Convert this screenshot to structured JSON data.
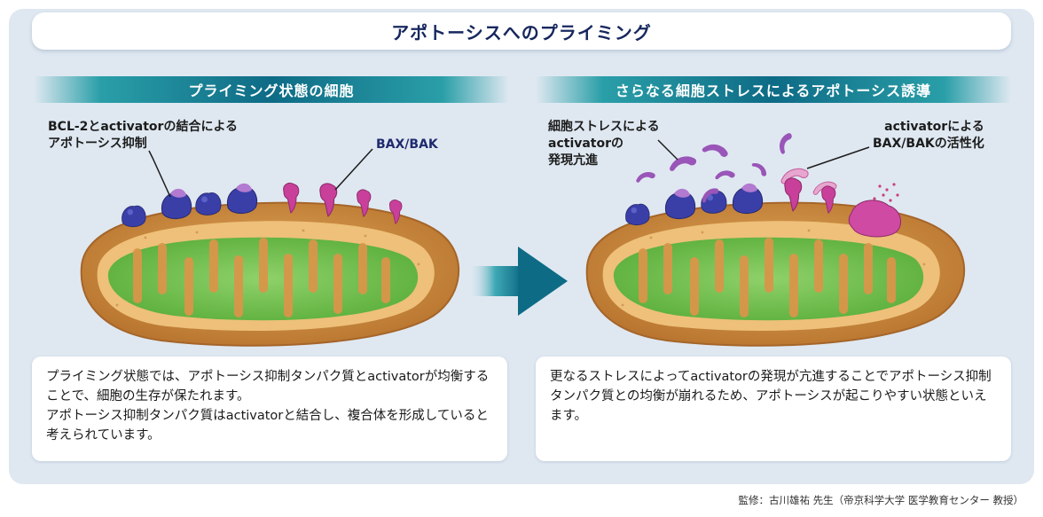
{
  "title": "アポトーシスへのプライミング",
  "panels": {
    "left": {
      "header": "プライミング状態の細胞",
      "labels": {
        "inhibition": "BCL-2とactivatorの結合による\nアポトーシス抑制",
        "bax": "BAX/BAK"
      },
      "description": "プライミング状態では、アポトーシス抑制タンパク質とactivatorが均衡することで、細胞の生存が保たれます。\nアポトーシス抑制タンパク質はactivatorと結合し、複合体を形成していると考えられています。"
    },
    "right": {
      "header": "さらなる細胞ストレスによるアポトーシス誘導",
      "labels": {
        "stress": "細胞ストレスによる\nactivatorの\n発現亢進",
        "activation": "activatorによる\nBAX/BAKの活性化"
      },
      "description": "更なるストレスによってactivatorの発現が亢進することでアポトーシス抑制タンパク質との均衡が崩れるため、アポトーシスが起こりやすい状態といえます。"
    }
  },
  "credit": "監修：古川雄祐 先生（帝京科学大学 医学教育センター 教授）",
  "colors": {
    "title": "#16275e",
    "header_dark": "#0e6b86",
    "header_light": "#2a9fa8",
    "mito_outer": "#c98a3e",
    "mito_inner": "#e8b870",
    "matrix_green": "#6cc04a",
    "bcl2_blue": "#3a3fa8",
    "bax_magenta": "#c8409a",
    "activator_purple": "#9a55b8",
    "arrow": "#0e6b86"
  }
}
